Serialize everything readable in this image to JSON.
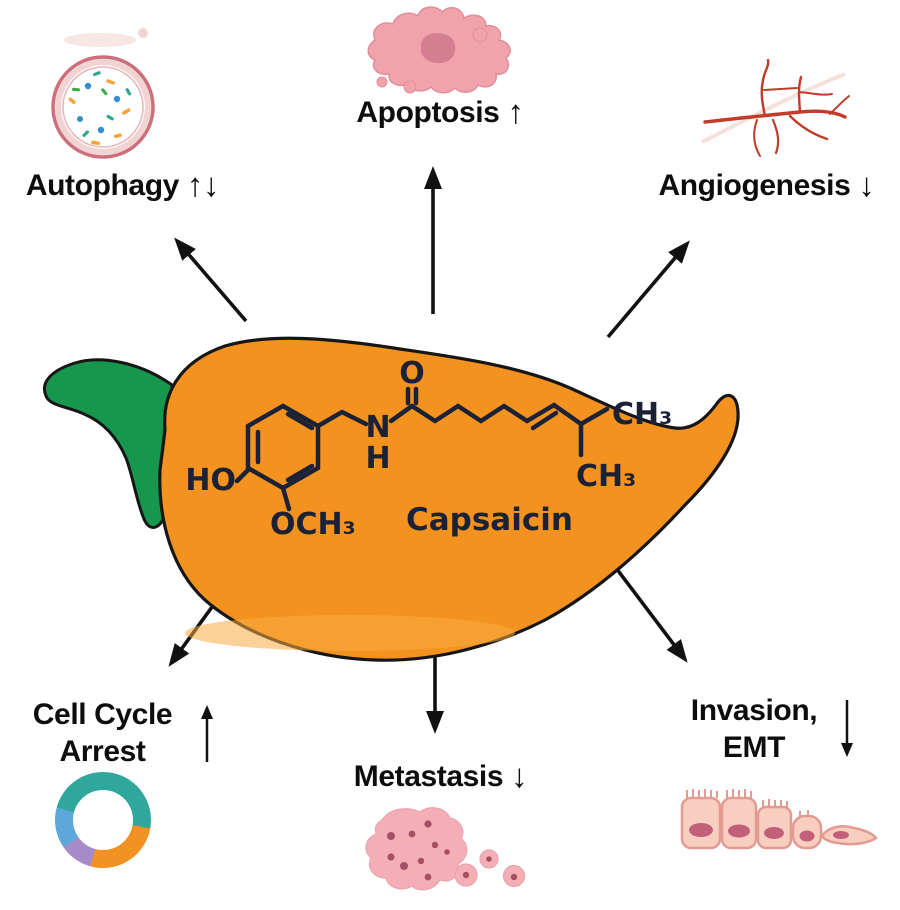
{
  "figure": {
    "molecule": {
      "name": "Capsaicin",
      "ho": "HO",
      "och3": "OCH₃",
      "n": "N",
      "h": "H",
      "o": "O",
      "ch3_top": "CH₃",
      "ch3_bottom": "CH₃"
    },
    "effects": [
      {
        "id": "autophagy",
        "label": "Autophagy",
        "direction": "↑↓"
      },
      {
        "id": "apoptosis",
        "label": "Apoptosis",
        "direction": "↑"
      },
      {
        "id": "angiogenesis",
        "label": "Angiogenesis",
        "direction": "↓"
      },
      {
        "id": "cell_cycle_arrest",
        "label_line1": "Cell Cycle",
        "label_line2": "Arrest",
        "direction": "↑"
      },
      {
        "id": "metastasis",
        "label": "Metastasis",
        "direction": "↓"
      },
      {
        "id": "invasion_emt",
        "label_line1": "Invasion,",
        "label_line2": "EMT",
        "direction": "↓"
      }
    ],
    "colors": {
      "pepper_body": "#F3921E",
      "pepper_outline": "#161616",
      "stem_green": "#17974E",
      "structure_ink": "#1C2236",
      "label_ink": "#0D0D0D",
      "cell_pink": "#F1A3AB",
      "nucleus_rose": "#D37E91",
      "vessel_red": "#C23B28",
      "ring_teal": "#2FA79D",
      "ring_orange": "#F29222",
      "ring_purple": "#A68BC8",
      "ring_blue": "#5CA8DB"
    }
  }
}
